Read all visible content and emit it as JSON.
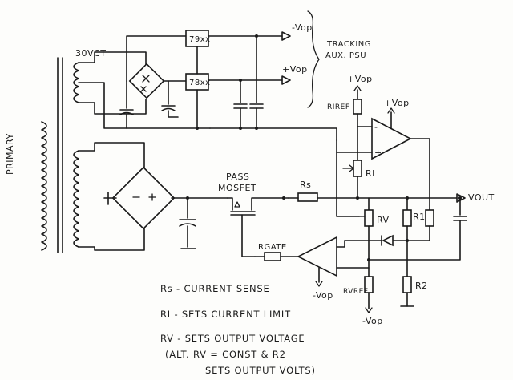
{
  "labels": {
    "transformer_tap": "30VCT",
    "primary": "PRIMARY",
    "reg_neg": "79xx",
    "reg_pos": "78xx",
    "neg_vop_top": "-Vop",
    "pos_vop_top": "+Vop",
    "tracking_line1": "TRACKING",
    "tracking_line2": "AUX. PSU",
    "pos_vop_riref": "+Vop",
    "riref": "RIREF",
    "pos_vop_opamp": "+Vop",
    "ri": "RI",
    "pass_line1": "PASS",
    "pass_line2": "MOSFET",
    "rs": "Rs",
    "vout": "VOUT",
    "rv": "RV",
    "r1": "R1",
    "rgate": "RGATE",
    "rvref": "RVREF",
    "r2": "R2",
    "neg_vop_opamp": "-Vop",
    "neg_vop_bottom": "-Vop",
    "opamp_minus": "-",
    "opamp_plus": "+"
  },
  "legend": [
    "Rs - CURRENT SENSE",
    "RI - SETS CURRENT LIMIT",
    "RV - SETS OUTPUT VOLTAGE",
    "(ALT. RV = CONST & R2",
    "SETS OUTPUT VOLTS)"
  ]
}
